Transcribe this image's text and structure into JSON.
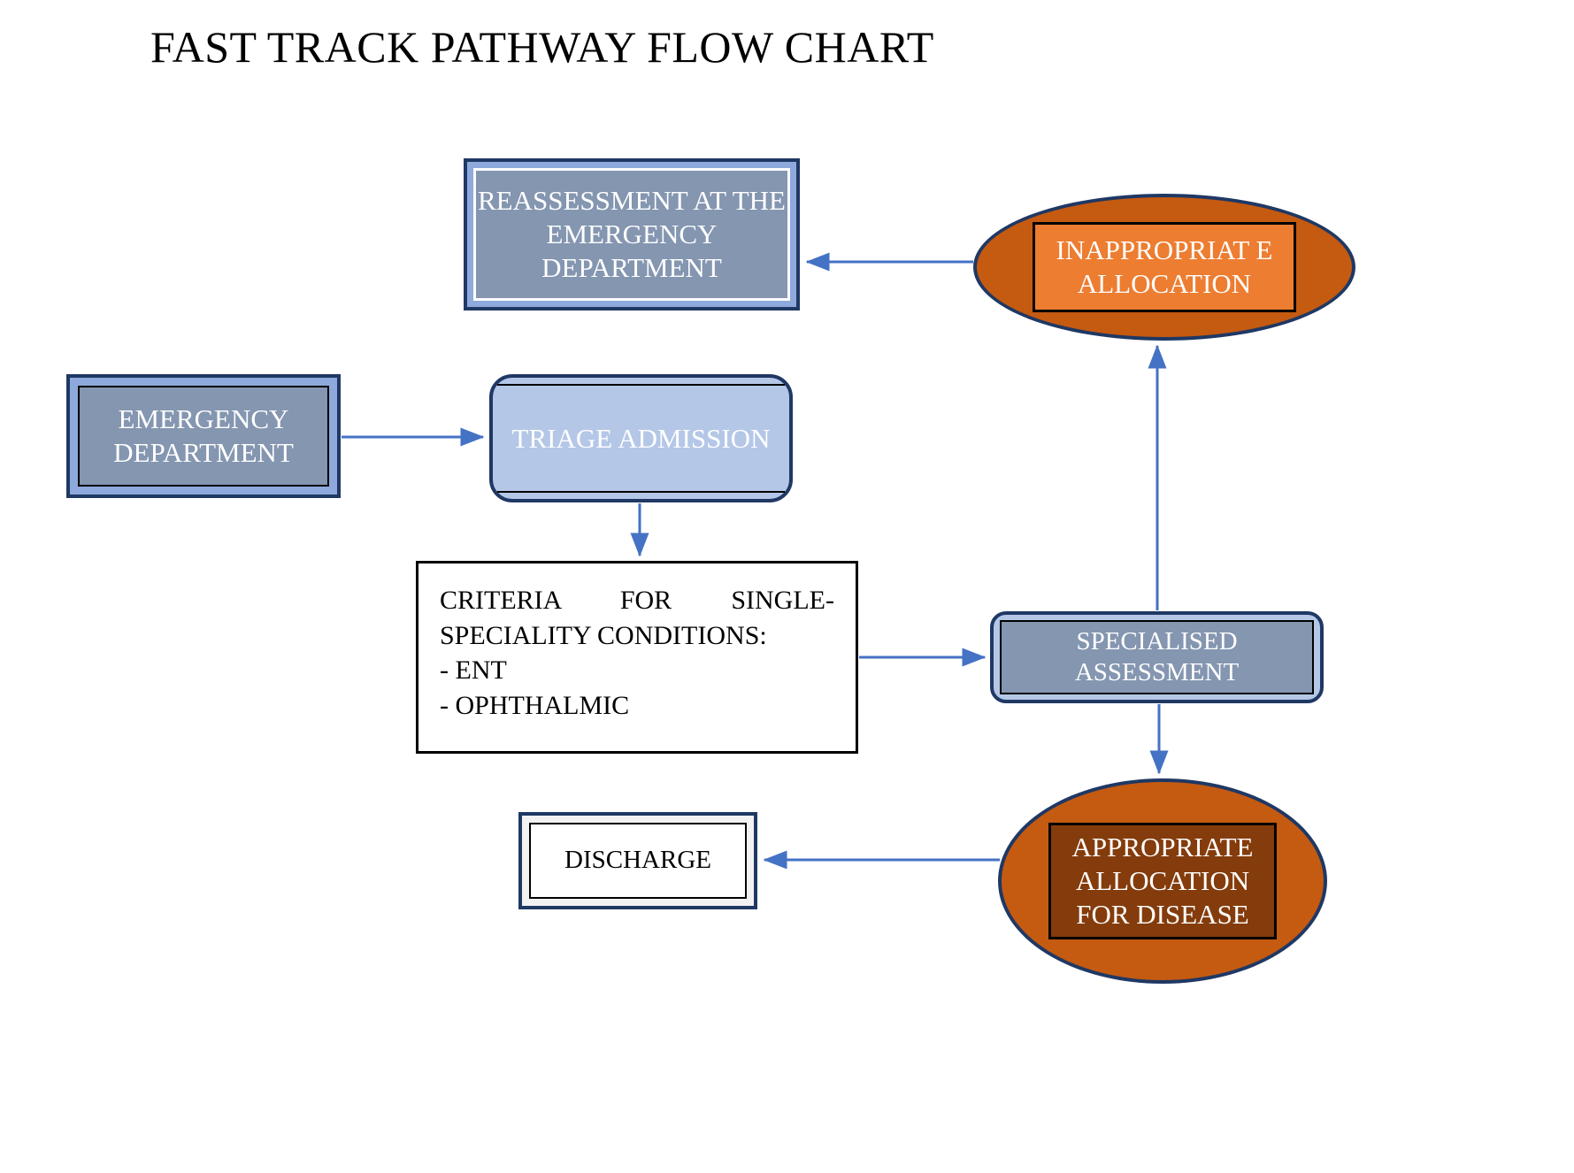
{
  "page": {
    "title": "FAST TRACK PATHWAY FLOW CHART",
    "background_color": "#FFFFFF"
  },
  "colors": {
    "border_navy": "#1F3864",
    "band_light_blue": "#8EA9DB",
    "fill_slate_blue": "#8496B0",
    "fill_pale_blue": "#B4C7E7",
    "ellipse_orange": "#C55A11",
    "inner_orange_light": "#ED7D31",
    "inner_orange_dark": "#843C0C",
    "arrow_blue": "#4472C4",
    "discharge_band_gray": "#F2F2F2",
    "text_white": "#FFFFFF",
    "text_black": "#000000"
  },
  "nodes": {
    "reassessment": {
      "label": "REASSESSMENT AT THE EMERGENCY DEPARTMENT",
      "shape": "rectangle"
    },
    "emergency_department": {
      "label": "EMERGENCY DEPARTMENT",
      "shape": "rectangle"
    },
    "triage_admission": {
      "label": "TRIAGE ADMISSION",
      "shape": "rounded-rectangle"
    },
    "criteria": {
      "line1": "CRITERIA FOR SINGLE-",
      "line2": "SPECIALITY CONDITIONS:",
      "line3": "- ENT",
      "line4": "- OPHTHALMIC",
      "shape": "rectangle"
    },
    "specialised_assessment": {
      "label": "SPECIALISED ASSESSMENT",
      "shape": "rounded-rectangle"
    },
    "inappropriate_allocation": {
      "label": "INAPPROPRIAT E ALLOCATION",
      "shape": "ellipse"
    },
    "appropriate_allocation": {
      "label": "APPROPRIATE ALLOCATION FOR DISEASE",
      "shape": "ellipse"
    },
    "discharge": {
      "label": "DISCHARGE",
      "shape": "rectangle"
    }
  },
  "edges": [
    {
      "id": "edge-ed-to-triage",
      "from": "emergency_department",
      "to": "triage_admission",
      "direction": "right"
    },
    {
      "id": "edge-triage-to-criteria",
      "from": "triage_admission",
      "to": "criteria",
      "direction": "down"
    },
    {
      "id": "edge-criteria-to-specialised",
      "from": "criteria",
      "to": "specialised_assessment",
      "direction": "right"
    },
    {
      "id": "edge-specialised-to-inappropriate",
      "from": "specialised_assessment",
      "to": "inappropriate_allocation",
      "direction": "up"
    },
    {
      "id": "edge-inappropriate-to-reassessment",
      "from": "inappropriate_allocation",
      "to": "reassessment",
      "direction": "left"
    },
    {
      "id": "edge-specialised-to-appropriate",
      "from": "specialised_assessment",
      "to": "appropriate_allocation",
      "direction": "down"
    },
    {
      "id": "edge-appropriate-to-discharge",
      "from": "appropriate_allocation",
      "to": "discharge",
      "direction": "left"
    }
  ]
}
